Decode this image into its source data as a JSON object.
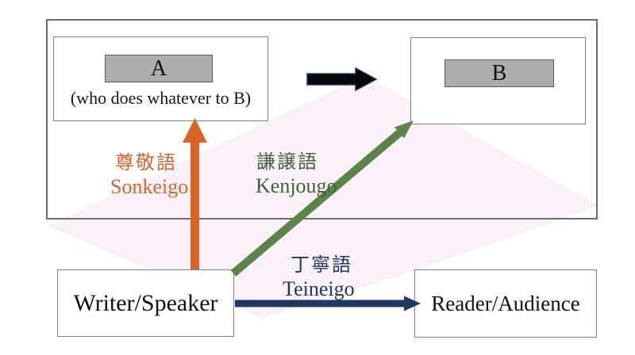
{
  "boxes": {
    "subject": {
      "label": "A",
      "description": "(who does whatever to B)"
    },
    "target": {
      "label": "B"
    },
    "writer": {
      "label": "Writer/Speaker"
    },
    "reader": {
      "label": "Reader/Audience"
    }
  },
  "honorifics": {
    "sonkeigo": {
      "kanji": "尊敬語",
      "romaji": "Sonkeigo",
      "color": "#D96628"
    },
    "kenjougo": {
      "kanji": "謙譲語",
      "romaji": "Kenjougo",
      "color": "#44603A"
    },
    "teineigo": {
      "kanji": "丁寧語",
      "romaji": "Teineigo",
      "color": "#1F3864"
    }
  },
  "icons": {
    "a_to_b_arrow": "black-right-block-arrow",
    "sonkeigo_arrow": "orange-up-arrow",
    "kenjougo_arrow": "green-diagonal-up-right-arrow",
    "teineigo_arrow": "navy-right-arrow"
  },
  "colors": {
    "sonkeigo_arrow": "#D96628",
    "kenjougo_arrow": "#5B8547",
    "teineigo_arrow": "#1F3864",
    "black_arrow": "#06060A",
    "chip_fill": "#ADADAD",
    "chip_border": "#595959",
    "box_border": "#7F7F7F",
    "frame_border": "#6B6B6B",
    "watermark": "#FAF1F8"
  }
}
